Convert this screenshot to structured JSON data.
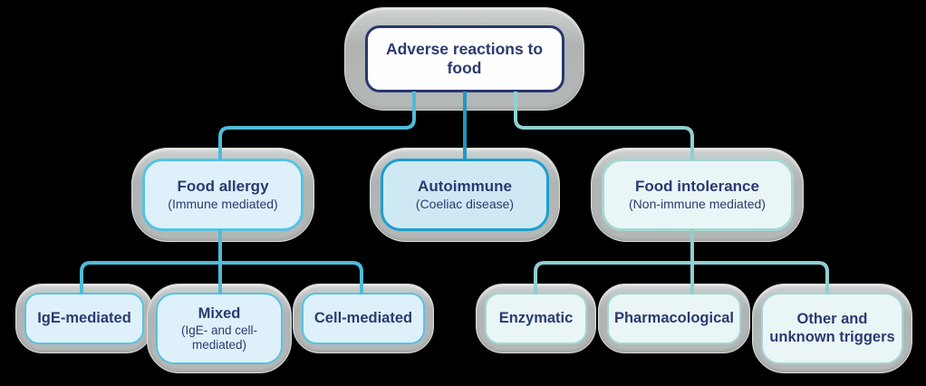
{
  "diagram": {
    "title": "Adverse reactions to food",
    "nodes": {
      "root": {
        "label": "Adverse reactions to food"
      },
      "food_allergy": {
        "label": "Food allergy",
        "sublabel": "(Immune mediated)"
      },
      "autoimmune": {
        "label": "Autoimmune",
        "sublabel": "(Coeliac disease)"
      },
      "food_intolerance": {
        "label": "Food intolerance",
        "sublabel": "(Non-immune mediated)"
      },
      "ige_mediated": {
        "label": "IgE-mediated"
      },
      "mixed": {
        "label": "Mixed",
        "sublabel": "(IgE- and cell-mediated)"
      },
      "cell_mediated": {
        "label": "Cell-mediated"
      },
      "enzymatic": {
        "label": "Enzymatic"
      },
      "pharmacological": {
        "label": "Pharmacological"
      },
      "other": {
        "label": "Other and unknown triggers"
      }
    },
    "edges": [
      {
        "from": "root",
        "to": "food_allergy"
      },
      {
        "from": "root",
        "to": "autoimmune"
      },
      {
        "from": "root",
        "to": "food_intolerance"
      },
      {
        "from": "food_allergy",
        "to": "ige_mediated"
      },
      {
        "from": "food_allergy",
        "to": "mixed"
      },
      {
        "from": "food_allergy",
        "to": "cell_mediated"
      },
      {
        "from": "food_intolerance",
        "to": "enzymatic"
      },
      {
        "from": "food_intolerance",
        "to": "pharmacological"
      },
      {
        "from": "food_intolerance",
        "to": "other"
      }
    ],
    "colors": {
      "background": "#000000",
      "navy_text": "#2b3a71",
      "outer_ring_gray": "#b4b8b7",
      "root_fill": "#fefefe",
      "root_border": "#27376e",
      "allergy_fill": "#def1fa",
      "allergy_border": "#56c3e4",
      "autoimmune_fill": "#cfe9f4",
      "autoimmune_border": "#1d9ed0",
      "intolerance_fill": "#eaf6f6",
      "intolerance_border": "#a5d7d2",
      "connector_left": "#4fbcd9",
      "connector_middle": "#1f99c4",
      "connector_right": "#8fd0d2"
    }
  }
}
